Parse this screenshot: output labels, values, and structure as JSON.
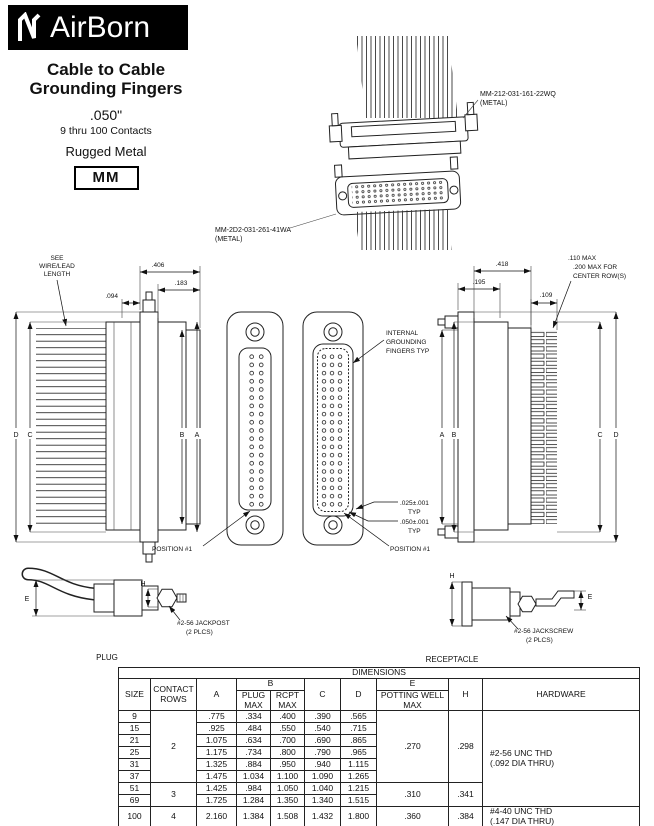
{
  "logo": {
    "text": "AirBorn"
  },
  "header": {
    "title1": "Cable to Cable",
    "title2": "Grounding Fingers",
    "pitch": ".050\"",
    "contacts": "9 thru 100 Contacts",
    "material": "Rugged Metal",
    "series": "MM"
  },
  "parts": {
    "top_pn": "MM-212-031-161-22WQ",
    "top_note": "(METAL)",
    "bottom_pn": "MM-2D2-031-261-41WA",
    "bottom_note": "(METAL)"
  },
  "ann": {
    "see1": "SEE",
    "see2": "WIRE/LEAD",
    "see3": "LENGTH",
    "d406": ".406",
    "d183": ".183",
    "d094": ".094",
    "d418": ".418",
    "d195": ".195",
    "d109": ".109",
    "d110": ".110 MAX",
    "d200a": ".200 MAX FOR",
    "d200b": "CENTER ROW(S)",
    "ig1": "INTERNAL",
    "ig2": "GROUNDING",
    "ig3": "FINGERS TYP",
    "d025": ".025±.001",
    "d025t": "TYP",
    "d050": ".050±.001",
    "d050t": "TYP",
    "pos1": "POSITION #1",
    "pos2": "POSITION #1",
    "lD": "D",
    "lC": "C",
    "lB": "B",
    "lA": "A",
    "rA": "A",
    "rB": "B",
    "rC": "C",
    "rD": "D",
    "pE": "E",
    "pH": "H",
    "rH": "H",
    "rE": "E",
    "jp1": "#2-56 JACKPOST",
    "jp2": "(2 PLCS)",
    "js1": "#2-56 JACKSCREW",
    "js2": "(2 PLCS)",
    "plug": "PLUG",
    "receptacle": "RECEPTACLE"
  },
  "table": {
    "title": "DIMENSIONS",
    "headers": {
      "size": "SIZE",
      "contact_rows": "CONTACT\nROWS",
      "a": "A",
      "b": "B",
      "plug_max": "PLUG\nMAX",
      "rcpt_max": "RCPT\nMAX",
      "c": "C",
      "d": "D",
      "e": "E",
      "potting": "POTTING WELL\nMAX",
      "h": "H",
      "hardware": "HARDWARE"
    },
    "rows": [
      {
        "size": "9",
        "a": ".775",
        "plug": ".334",
        "rcpt": ".400",
        "c": ".390",
        "d": ".565"
      },
      {
        "size": "15",
        "a": ".925",
        "plug": ".484",
        "rcpt": ".550",
        "c": ".540",
        "d": ".715"
      },
      {
        "size": "21",
        "a": "1.075",
        "plug": ".634",
        "rcpt": ".700",
        "c": ".690",
        "d": ".865"
      },
      {
        "size": "25",
        "a": "1.175",
        "plug": ".734",
        "rcpt": ".800",
        "c": ".790",
        "d": ".965"
      },
      {
        "size": "31",
        "a": "1.325",
        "plug": ".884",
        "rcpt": ".950",
        "c": ".940",
        "d": "1.115"
      },
      {
        "size": "37",
        "a": "1.475",
        "plug": "1.034",
        "rcpt": "1.100",
        "c": "1.090",
        "d": "1.265"
      },
      {
        "size": "51",
        "a": "1.425",
        "plug": ".984",
        "rcpt": "1.050",
        "c": "1.040",
        "d": "1.215"
      },
      {
        "size": "69",
        "a": "1.725",
        "plug": "1.284",
        "rcpt": "1.350",
        "c": "1.340",
        "d": "1.515"
      },
      {
        "size": "100",
        "a": "2.160",
        "plug": "1.384",
        "rcpt": "1.508",
        "c": "1.432",
        "d": "1.800"
      }
    ],
    "groups": {
      "rows2": {
        "contact": "2",
        "e": ".270",
        "h": ".298"
      },
      "rows3": {
        "contact": "3",
        "e": ".310",
        "h": ".341"
      },
      "rows4": {
        "contact": "4",
        "e": ".360",
        "h": ".384"
      },
      "hw_small": "#2-56 UNC THD\n(.092 DIA THRU)",
      "hw_large": "#4-40 UNC THD\n(.147 DIA THRU)"
    }
  }
}
